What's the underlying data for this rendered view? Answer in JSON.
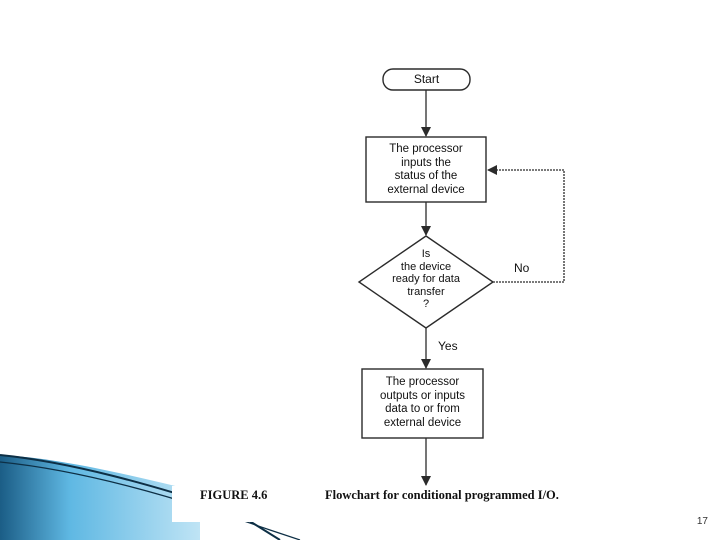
{
  "flowchart": {
    "start": "Start",
    "step_input_status": "The processor\ninputs the\nstatus of the\nexternal device",
    "decision_ready": "Is\nthe device\nready for data\ntransfer\n?",
    "step_transfer": "The processor\noutputs or inputs\ndata to or from\nexternal device",
    "label_no": "No",
    "label_yes": "Yes"
  },
  "caption": {
    "figure_number": "FIGURE 4.6",
    "title": "Flowchart for conditional programmed I/O."
  },
  "page_number": "17",
  "colors": {
    "accent_dark": "#1b5d86",
    "accent_light": "#5fb8e3",
    "line": "#2b2b2b"
  }
}
